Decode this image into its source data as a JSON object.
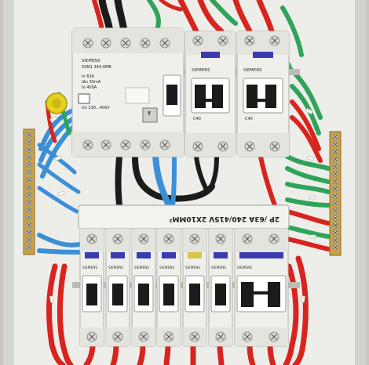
{
  "image": {
    "subject": "electrical distribution board with circuit breakers",
    "palette": {
      "enclosure": "#e9e9e6",
      "module_body": "#f2f2ef",
      "wire_red": "#d8241f",
      "wire_green": "#2fa35a",
      "wire_blue": "#3a8fd6",
      "wire_black": "#1b1b1b",
      "terminal_brass": "#c8a24a",
      "label_blue": "#3b3bb0"
    }
  },
  "rcd": {
    "brand": "SIEMENS",
    "model": "5SM1 344-0MB",
    "ratings": [
      "In 63A",
      "IΔn 30mA",
      "In 400A"
    ],
    "voltage": "Un 230...400V",
    "test_label": "T"
  },
  "top_breakers": [
    {
      "brand": "SIEMENS",
      "rating": "C40"
    },
    {
      "brand": "SIEMENS",
      "rating": "C40"
    }
  ],
  "busbar_label": "2P /63A  240/415V 2X10MM²",
  "bottom_breakers": [
    {
      "brand": "SIEMENS"
    },
    {
      "brand": "SIEMENS"
    },
    {
      "brand": "SIEMENS"
    },
    {
      "brand": "SIEMENS"
    },
    {
      "brand": "SIEMENS"
    },
    {
      "brand": "SIEMENS"
    },
    {
      "brand": "SIEMENS"
    }
  ]
}
